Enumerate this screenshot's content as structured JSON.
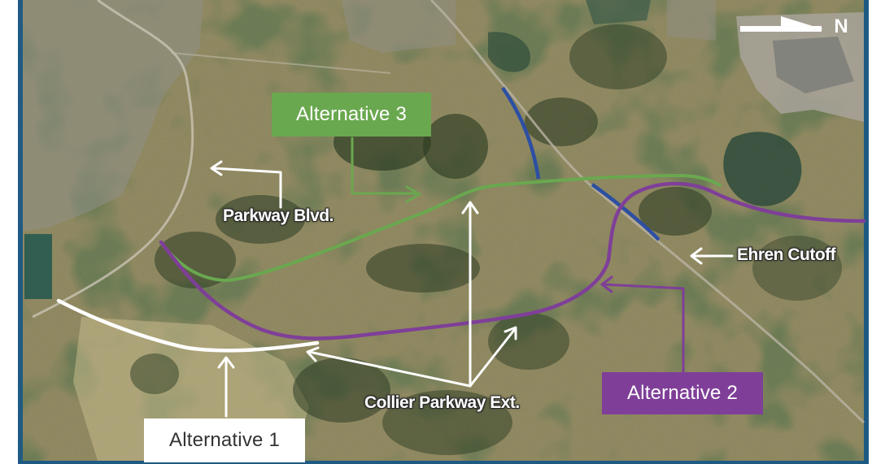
{
  "map": {
    "colors": {
      "frame_blue": "#1f5a83",
      "alt1": "#ffffff",
      "alt2": "#7f3f98",
      "alt3": "#6aa84f",
      "existing_road": "#2d4fa3",
      "alt1_box_bg": "#ffffff",
      "alt1_box_text": "#333333"
    },
    "labels": {
      "alternative_1": "Alternative 1",
      "alternative_2": "Alternative 2",
      "alternative_3": "Alternative 3",
      "parkway_blvd": "Parkway Blvd.",
      "ehren_cutoff": "Ehren Cutoff",
      "collier_parkway_ext": "Collier Parkway Ext."
    },
    "north_arrow": {
      "letter": "N",
      "icon": "north-arrow-icon"
    }
  }
}
